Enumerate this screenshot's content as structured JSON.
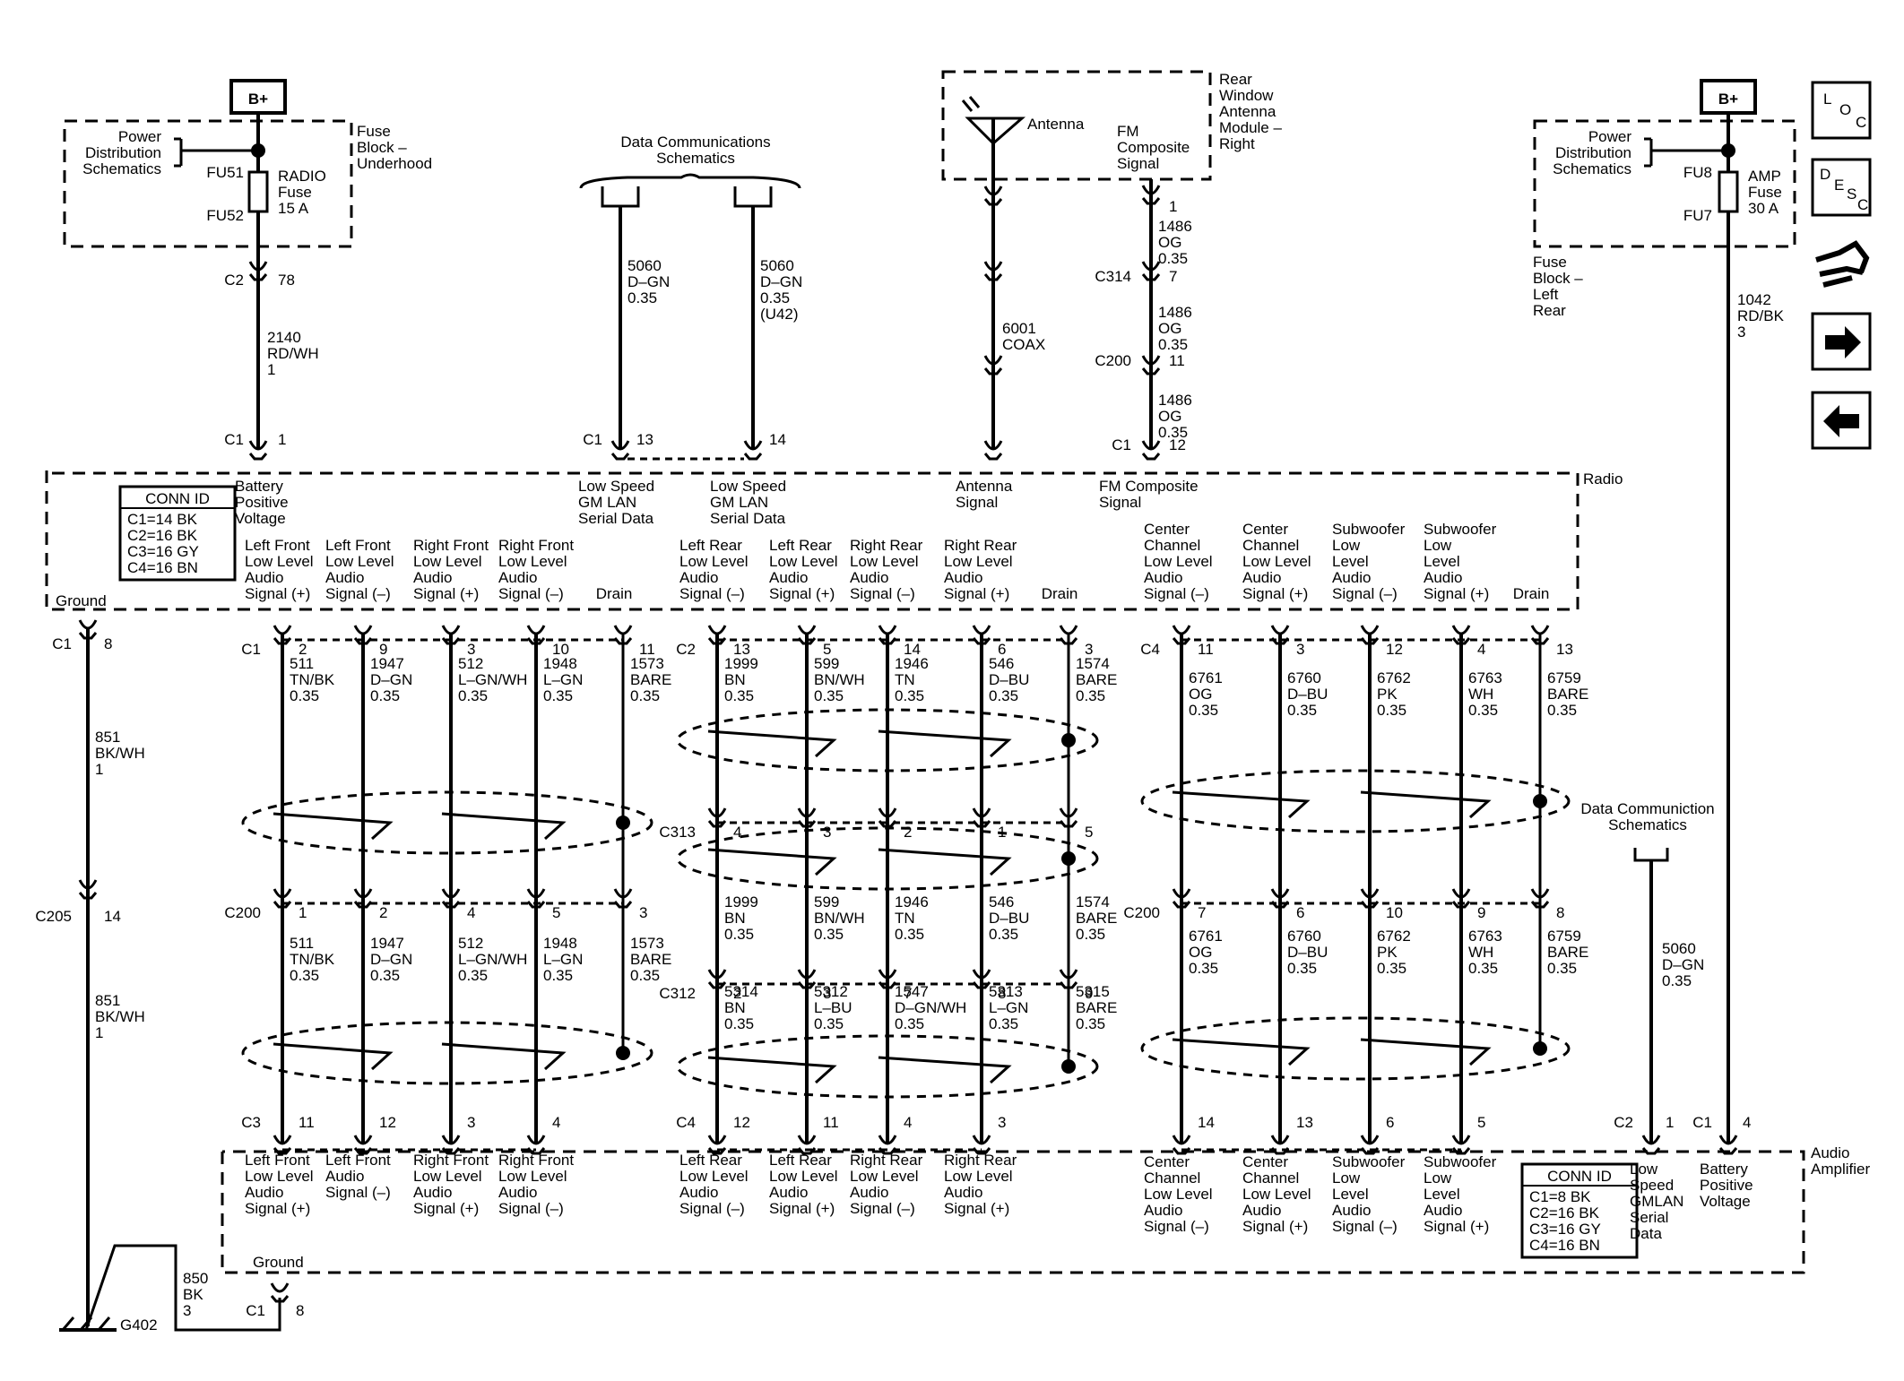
{
  "labels": {
    "bplus": "B+",
    "power_dist": [
      "Power",
      "Distribution",
      "Schematics"
    ],
    "fuse_block_underhood": [
      "Fuse",
      "Block –",
      "Underhood"
    ],
    "fuse_block_left_rear": [
      "Fuse",
      "Block –",
      "Left",
      "Rear"
    ],
    "fu51": "FU51",
    "fu52": "FU52",
    "radio_fuse": [
      "RADIO",
      "Fuse",
      "15 A"
    ],
    "fu8": "FU8",
    "fu7": "FU7",
    "amp_fuse": [
      "AMP",
      "Fuse",
      "30 A"
    ],
    "data_comm": [
      "Data Communications",
      "Schematics"
    ],
    "data_comm2": [
      "Data Communiction",
      "Schematics"
    ],
    "antenna": "Antenna",
    "fm_composite": [
      "FM",
      "Composite",
      "Signal"
    ],
    "rear_window": [
      "Rear",
      "Window",
      "Antenna",
      "Module –",
      "Right"
    ],
    "radio": "Radio",
    "audio_amp": [
      "Audio",
      "Amplifier"
    ],
    "ground": "Ground",
    "drain": "Drain",
    "g402": "G402",
    "conn_id": "CONN ID",
    "radio_conn": [
      "C1=14 BK",
      "C2=16 BK",
      "C3=16 GY",
      "C4=16 BN"
    ],
    "amp_conn": [
      "C1=8 BK",
      "C2=16 BK",
      "C3=16 GY",
      "C4=16 BN"
    ],
    "battery_pos": [
      "Battery",
      "Positive",
      "Voltage"
    ],
    "low_speed_gmlan": [
      "Low Speed",
      "GM LAN",
      "Serial Data"
    ],
    "antenna_signal": [
      "Antenna",
      "Signal"
    ],
    "fm_comp_signal": [
      "FM Composite",
      "Signal"
    ],
    "amp_low_speed": [
      "Low",
      "Speed",
      "GMLAN",
      "Serial",
      "Data"
    ],
    "amp_batt": [
      "Battery",
      "Positive",
      "Voltage"
    ]
  },
  "connectors": {
    "C1": "C1",
    "C2": "C2",
    "C3": "C3",
    "C4": "C4",
    "C200": "C200",
    "C205": "C205",
    "C312": "C312",
    "C313": "C313",
    "C314": "C314"
  },
  "pins": {
    "radio_top_battery": "1",
    "c2_78": "78",
    "radio_gmlan_13": "13",
    "radio_gmlan_14": "14",
    "fm_1": "1",
    "fm_c314": "7",
    "fm_c200": "11",
    "fm_c1": "12",
    "gnd_radio": "8",
    "gnd_c205": "14",
    "gnd_amp": "8",
    "amp_c2": "1",
    "amp_c1": "4"
  },
  "wires": {
    "w2140": [
      "2140",
      "RD/WH",
      "1"
    ],
    "w5060a": [
      "5060",
      "D–GN",
      "0.35"
    ],
    "w5060b": [
      "5060",
      "D–GN",
      "0.35",
      "(U42)"
    ],
    "w6001": [
      "6001",
      "COAX"
    ],
    "w1486a": [
      "1486",
      "OG",
      "0.35"
    ],
    "w1486b": [
      "1486",
      "OG",
      "0.35"
    ],
    "w1486c": [
      "1486",
      "OG",
      "0.35"
    ],
    "w851a": [
      "851",
      "BK/WH",
      "1"
    ],
    "w851b": [
      "851",
      "BK/WH",
      "1"
    ],
    "w850": [
      "850",
      "BK",
      "3"
    ],
    "w1042": [
      "1042",
      "RD/BK",
      "3"
    ],
    "w5060c": [
      "5060",
      "D–GN",
      "0.35"
    ]
  },
  "front_group": {
    "radio_labels": [
      [
        "Left Front",
        "Low Level",
        "Audio",
        "Signal (+)"
      ],
      [
        "Left Front",
        "Low Level",
        "Audio",
        "Signal (–)"
      ],
      [
        "Right Front",
        "Low Level",
        "Audio",
        "Signal (+)"
      ],
      [
        "Right Front",
        "Low Level",
        "Audio",
        "Signal (–)"
      ]
    ],
    "amp_labels": [
      [
        "Left Front",
        "Low Level",
        "Audio",
        "Signal (+)"
      ],
      [
        "Left Front",
        "Audio",
        "Signal (–)"
      ],
      [
        "Right Front",
        "Low Level",
        "Audio",
        "Signal (+)"
      ],
      [
        "Right Front",
        "Low Level",
        "Audio",
        "Signal (–)"
      ]
    ],
    "radio_pins": [
      "2",
      "9",
      "3",
      "10",
      "11"
    ],
    "c200_pins": [
      "1",
      "2",
      "4",
      "5",
      "3"
    ],
    "amp_pins": [
      "11",
      "12",
      "3",
      "4"
    ],
    "upper_wires": [
      [
        "511",
        "TN/BK",
        "0.35"
      ],
      [
        "1947",
        "D–GN",
        "0.35"
      ],
      [
        "512",
        "L–GN/WH",
        "0.35"
      ],
      [
        "1948",
        "L–GN",
        "0.35"
      ],
      [
        "1573",
        "BARE",
        "0.35"
      ]
    ],
    "lower_wires": [
      [
        "511",
        "TN/BK",
        "0.35"
      ],
      [
        "1947",
        "D–GN",
        "0.35"
      ],
      [
        "512",
        "L–GN/WH",
        "0.35"
      ],
      [
        "1948",
        "L–GN",
        "0.35"
      ],
      [
        "1573",
        "BARE",
        "0.35"
      ]
    ]
  },
  "rear_group": {
    "radio_labels": [
      [
        "Left Rear",
        "Low Level",
        "Audio",
        "Signal (–)"
      ],
      [
        "Left Rear",
        "Low Level",
        "Audio",
        "Signal (+)"
      ],
      [
        "Right Rear",
        "Low Level",
        "Audio",
        "Signal (–)"
      ],
      [
        "Right Rear",
        "Low Level",
        "Audio",
        "Signal (+)"
      ]
    ],
    "amp_labels": [
      [
        "Left Rear",
        "Low Level",
        "Audio",
        "Signal (–)"
      ],
      [
        "Left Rear",
        "Low Level",
        "Audio",
        "Signal (+)"
      ],
      [
        "Right Rear",
        "Low Level",
        "Audio",
        "Signal (–)"
      ],
      [
        "Right Rear",
        "Low Level",
        "Audio",
        "Signal (+)"
      ]
    ],
    "radio_pins": [
      "13",
      "5",
      "14",
      "6",
      "3"
    ],
    "c313_pins": [
      "4",
      "3",
      "2",
      "1",
      "5"
    ],
    "c312_pins": [
      "2",
      "3",
      "7",
      "8",
      "9"
    ],
    "amp_pins": [
      "12",
      "11",
      "4",
      "3"
    ],
    "upper_wires": [
      [
        "1999",
        "BN",
        "0.35"
      ],
      [
        "599",
        "BN/WH",
        "0.35"
      ],
      [
        "1946",
        "TN",
        "0.35"
      ],
      [
        "546",
        "D–BU",
        "0.35"
      ],
      [
        "1574",
        "BARE",
        "0.35"
      ]
    ],
    "mid_wires": [
      [
        "1999",
        "BN",
        "0.35"
      ],
      [
        "599",
        "BN/WH",
        "0.35"
      ],
      [
        "1946",
        "TN",
        "0.35"
      ],
      [
        "546",
        "D–BU",
        "0.35"
      ],
      [
        "1574",
        "BARE",
        "0.35"
      ]
    ],
    "lower_wires": [
      [
        "5314",
        "BN",
        "0.35"
      ],
      [
        "5312",
        "L–BU",
        "0.35"
      ],
      [
        "1547",
        "D–GN/WH",
        "0.35"
      ],
      [
        "5313",
        "L–GN",
        "0.35"
      ],
      [
        "5315",
        "BARE",
        "0.35"
      ]
    ]
  },
  "center_group": {
    "radio_labels": [
      [
        "Center",
        "Channel",
        "Low Level",
        "Audio",
        "Signal (–)"
      ],
      [
        "Center",
        "Channel",
        "Low Level",
        "Audio",
        "Signal (+)"
      ],
      [
        "Subwoofer",
        "Low",
        "Level",
        "Audio",
        "Signal (–)"
      ],
      [
        "Subwoofer",
        "Low",
        "Level",
        "Audio",
        "Signal (+)"
      ]
    ],
    "amp_labels": [
      [
        "Center",
        "Channel",
        "Low Level",
        "Audio",
        "Signal (–)"
      ],
      [
        "Center",
        "Channel",
        "Low Level",
        "Audio",
        "Signal (+)"
      ],
      [
        "Subwoofer",
        "Low",
        "Level",
        "Audio",
        "Signal (–)"
      ],
      [
        "Subwoofer",
        "Low",
        "Level",
        "Audio",
        "Signal (+)"
      ]
    ],
    "radio_pins": [
      "11",
      "3",
      "12",
      "4",
      "13"
    ],
    "c200_pins": [
      "7",
      "6",
      "10",
      "9",
      "8"
    ],
    "amp_pins": [
      "14",
      "13",
      "6",
      "5"
    ],
    "upper_wires": [
      [
        "6761",
        "OG",
        "0.35"
      ],
      [
        "6760",
        "D–BU",
        "0.35"
      ],
      [
        "6762",
        "PK",
        "0.35"
      ],
      [
        "6763",
        "WH",
        "0.35"
      ],
      [
        "6759",
        "BARE",
        "0.35"
      ]
    ],
    "lower_wires": [
      [
        "6761",
        "OG",
        "0.35"
      ],
      [
        "6760",
        "D–BU",
        "0.35"
      ],
      [
        "6762",
        "PK",
        "0.35"
      ],
      [
        "6763",
        "WH",
        "0.35"
      ],
      [
        "6759",
        "BARE",
        "0.35"
      ]
    ]
  },
  "nav": {
    "loc": [
      "L",
      "O",
      "C"
    ],
    "desc": [
      "D",
      "E",
      "S",
      "C"
    ],
    "next_arrow": "next-arrow-icon",
    "prev_arrow": "prev-arrow-icon",
    "connector_icon": "connector-icon"
  }
}
